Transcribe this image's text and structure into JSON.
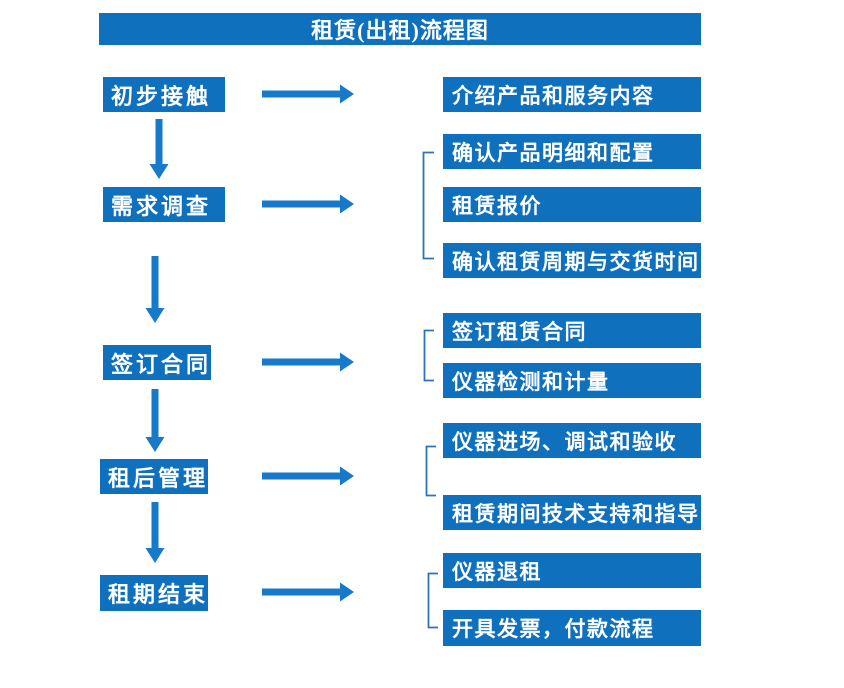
{
  "title": "租赁(出租)流程图",
  "colors": {
    "box": "#0F70BD",
    "arrow": "#1779CA",
    "bracket": "#2E74B5",
    "text": "#FFFFFF",
    "background": "#FFFFFF"
  },
  "flow": [
    {
      "stage": "初步接触",
      "outputs": [
        "介绍产品和服务内容"
      ]
    },
    {
      "stage": "需求调查",
      "outputs": [
        "确认产品明细和配置",
        "租赁报价",
        "确认租赁周期与交货时间"
      ]
    },
    {
      "stage": "签订合同",
      "outputs": [
        "签订租赁合同",
        "仪器检测和计量"
      ]
    },
    {
      "stage": "租后管理",
      "outputs": [
        "仪器进场、调试和验收",
        "租赁期间技术支持和指导"
      ]
    },
    {
      "stage": "租期结束",
      "outputs": [
        "仪器退租",
        "开具发票，付款流程"
      ]
    }
  ]
}
